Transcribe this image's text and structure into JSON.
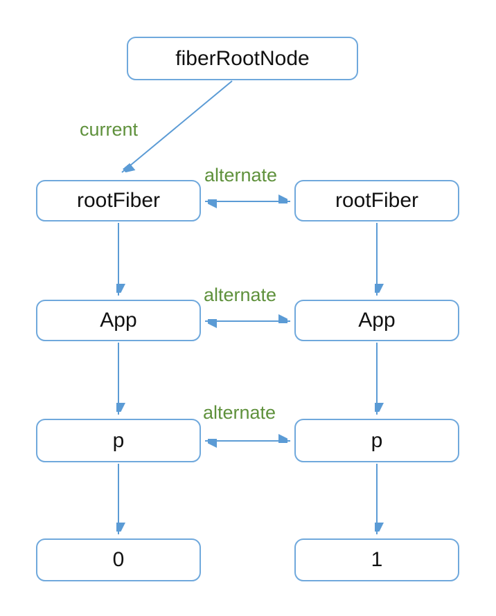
{
  "diagram": {
    "background": "#ffffff",
    "colors": {
      "arrow": "#5b9bd5",
      "node_border": "#6fa8dc",
      "node_fill": "#ffffff",
      "node_text": "#111111",
      "edge_label": "#5f913c",
      "background": "#ffffff"
    },
    "nodes": {
      "root": {
        "label": "fiberRootNode"
      },
      "left_column": [
        {
          "label": "rootFiber"
        },
        {
          "label": "App"
        },
        {
          "label": "p"
        },
        {
          "label": "0"
        }
      ],
      "right_column": [
        {
          "label": "rootFiber"
        },
        {
          "label": "App"
        },
        {
          "label": "p"
        },
        {
          "label": "1"
        }
      ]
    },
    "edge_labels": {
      "current": "current",
      "alternate_row1": "alternate",
      "alternate_row2": "alternate",
      "alternate_row3": "alternate"
    }
  }
}
